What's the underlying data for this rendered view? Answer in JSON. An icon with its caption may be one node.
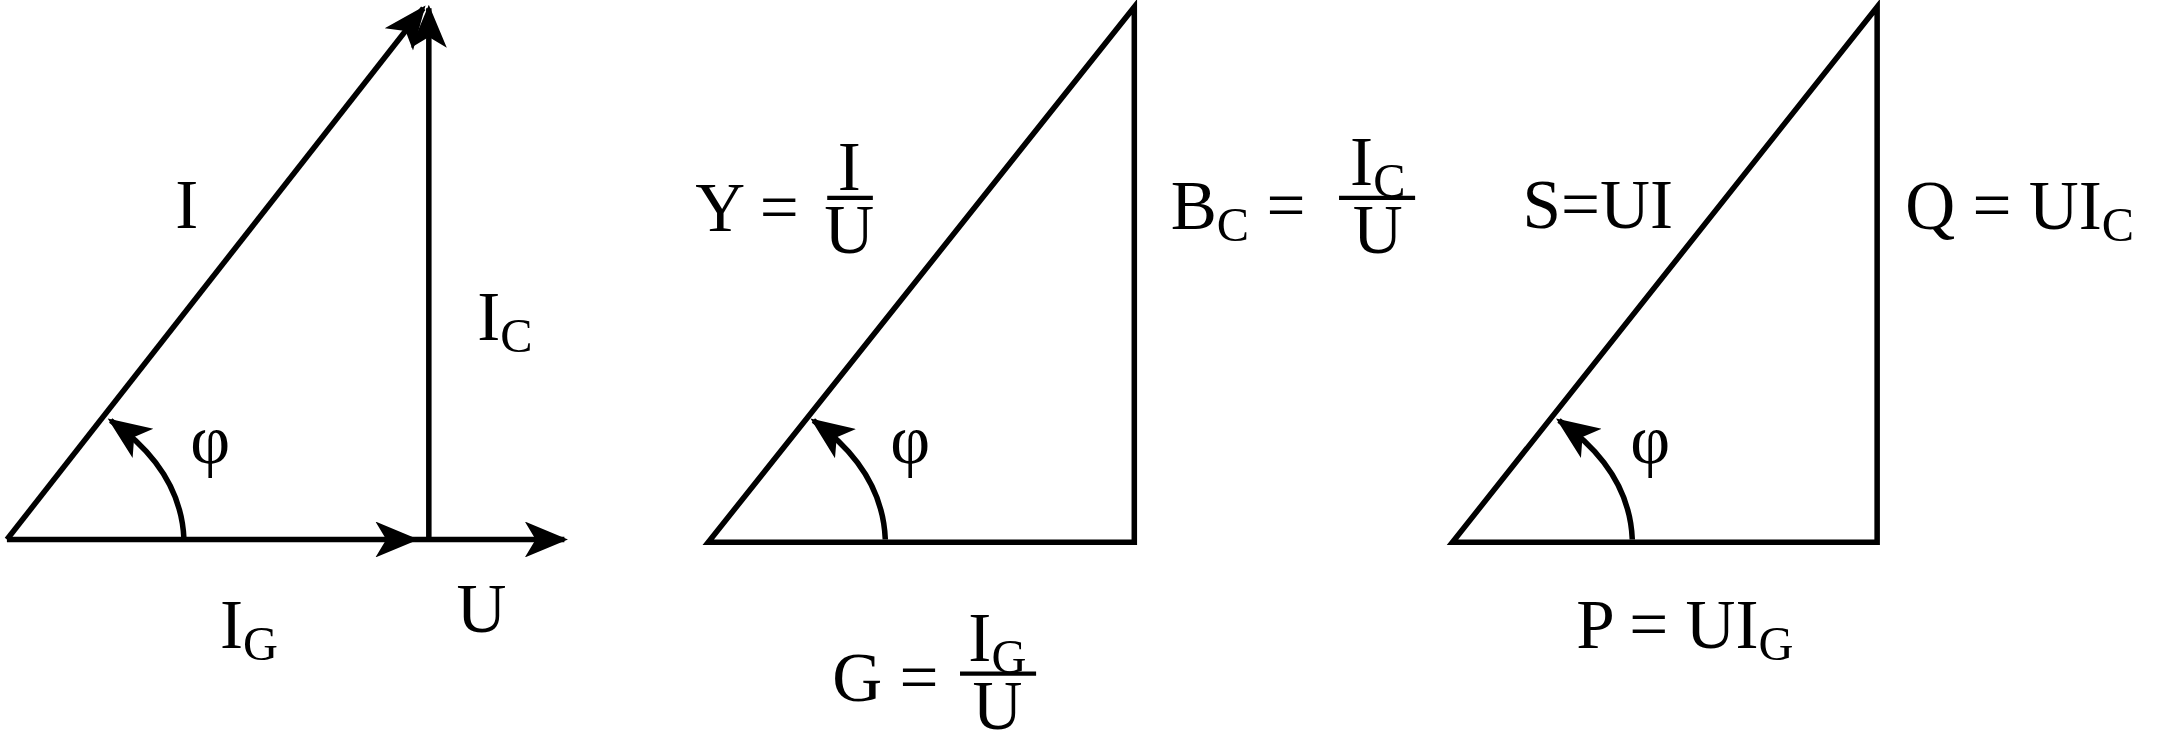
{
  "diagram": {
    "labels": [
      "I",
      "I$_{C}$",
      "φ",
      "I$_{G}$",
      "U",
      "Y =",
      "I",
      "U",
      "B$_{C}$ =",
      "I$_{C}$",
      "U",
      "φ",
      "G =",
      "I$_{G}$",
      "U",
      "S=UI",
      "Q = UI$_{C}$",
      "φ",
      "P = UI$_{G}$"
    ]
  }
}
